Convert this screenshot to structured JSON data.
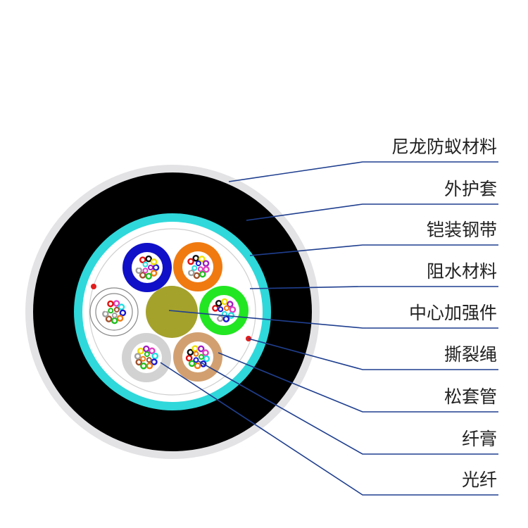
{
  "labels": [
    "尼龙防蚁材料",
    "外护套",
    "铠装钢带",
    "阻水材料",
    "中心加强件",
    "撕裂绳",
    "松套管",
    "纤膏",
    "光纤"
  ],
  "colors": {
    "nylon": "#e3e3e6",
    "sheath": "#000000",
    "armor": "#2fd8da",
    "water_block": "#ffffff",
    "strength": "#a5a22c",
    "ripcord": "#e31c1c",
    "leader": "#1f3f8f"
  },
  "tube_colors": [
    "#1010c8",
    "#f07a10",
    "#22e622",
    "#d2a070",
    "#d2d2d2",
    "#ffffff"
  ],
  "fiber_colors": [
    "#1a1ad0",
    "#f07a10",
    "#20c020",
    "#a0522d",
    "#a0a0a0",
    "#ffffff",
    "#e01010",
    "#111111",
    "#f0e000",
    "#a020c0",
    "#e040c0",
    "#20e0e0"
  ]
}
